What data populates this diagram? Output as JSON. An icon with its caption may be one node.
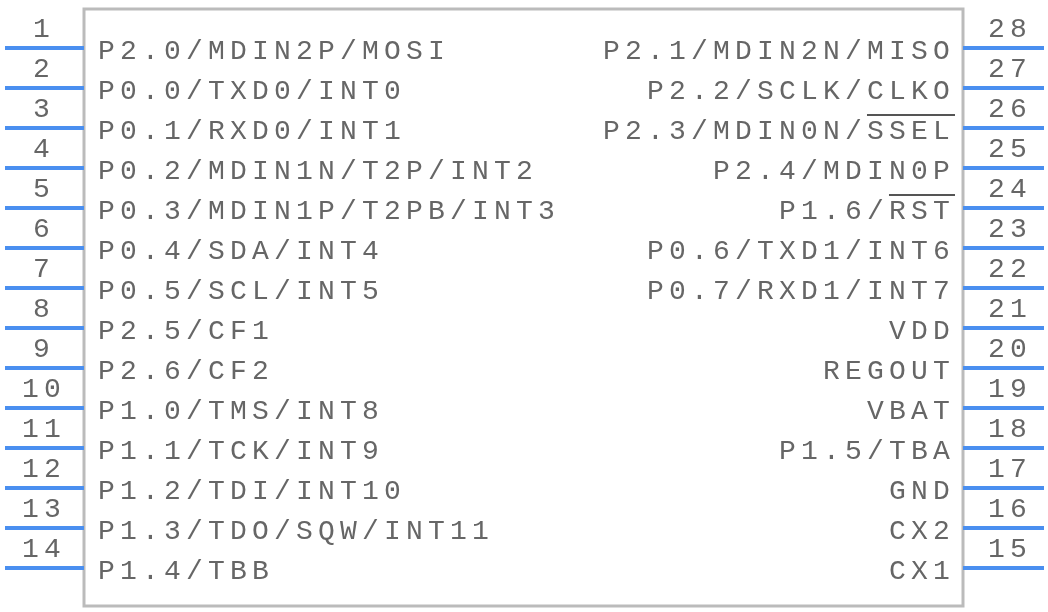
{
  "diagram": {
    "labels": [
      "1",
      "P2.0/MDIN2P/MOSI",
      "P2.1/MDIN2N/MISO",
      "28",
      "2",
      "P0.0/TXD0/INT0",
      "P2.2/SCLK/CLKO",
      "27",
      "3",
      "P0.1/RXD0/INT1",
      "P2.3/MDIN0N/SSEL",
      "26",
      "4",
      "P0.2/MDIN1N/T2P/INT2",
      "P2.4/MDIN0P",
      "25",
      "5",
      "P0.3/MDIN1P/T2PB/INT3",
      "P1.6/RST",
      "24",
      "6",
      "P0.4/SDA/INT4",
      "P0.6/TXD1/INT6",
      "23",
      "7",
      "P0.5/SCL/INT5",
      "P0.7/RXD1/INT7",
      "22",
      "8",
      "P2.5/CF1",
      "VDD",
      "21",
      "9",
      "P2.6/CF2",
      "REGOUT",
      "20",
      "10",
      "P1.0/TMS/INT8",
      "VBAT",
      "19",
      "11",
      "P1.1/TCK/INT9",
      "P1.5/TBA",
      "18",
      "12",
      "P1.2/TDI/INT10",
      "GND",
      "17",
      "13",
      "P1.3/TDO/SQW/INT11",
      "CX2",
      "16",
      "14",
      "P1.4/TBB",
      "CX1",
      "15"
    ]
  }
}
